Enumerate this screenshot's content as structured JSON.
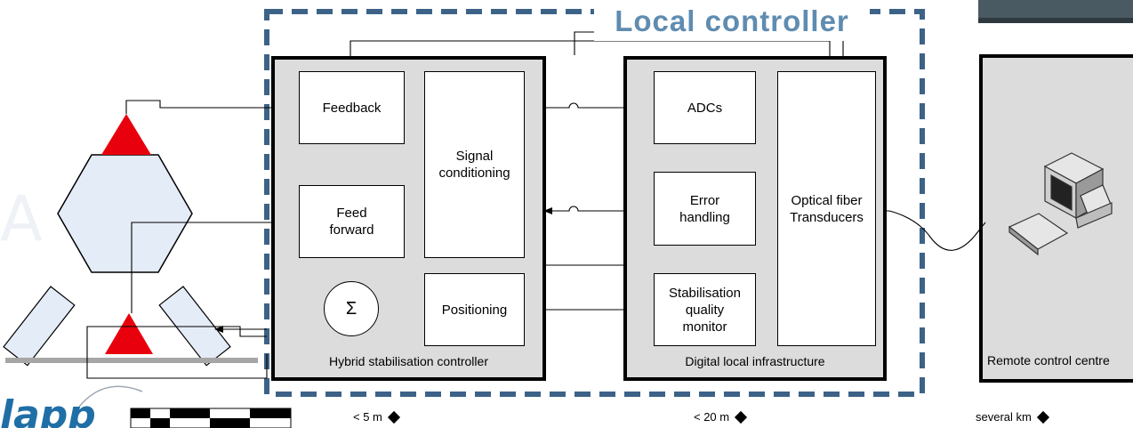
{
  "title": "Local controller",
  "panels": {
    "hybrid": "Hybrid stabilisation controller",
    "digital": "Digital local infrastructure",
    "remote": "Remote control centre"
  },
  "blocks": {
    "feedback": "Feedback",
    "signal_conditioning": "Signal\nconditioning",
    "feed_forward": "Feed\nforward",
    "sum": "Σ",
    "positioning": "Positioning",
    "adcs": "ADCs",
    "error_handling": "Error\nhandling",
    "stabilisation_monitor": "Stabilisation\nquality\nmonitor",
    "optical_fiber": "Optical fiber\nTransducers"
  },
  "distances": {
    "local": "< 5 m",
    "infrastructure": "< 20 m",
    "remote": "several km"
  },
  "colors": {
    "dash_border": "#3d6287",
    "title": "#5f8cb0",
    "panel_fill": "#dcdcdc",
    "sensor_red": "#e8000c",
    "hexagon_fill": "#e4ecf7",
    "logo": "#1f6fa6"
  }
}
